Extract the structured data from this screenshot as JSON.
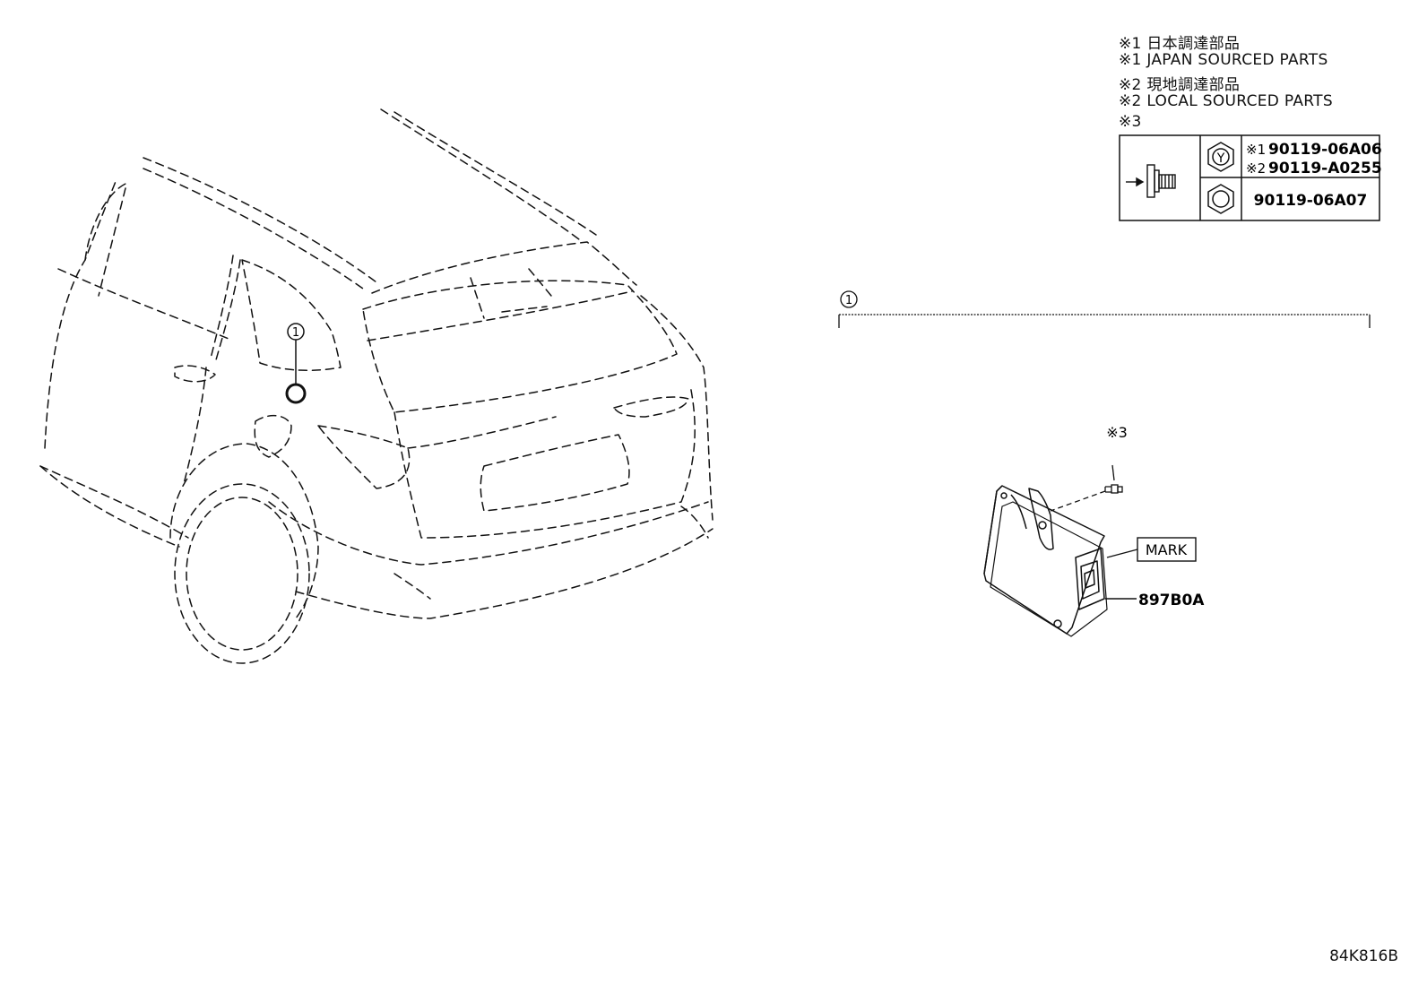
{
  "notes": [
    "※1 日本調達部品",
    "※1 JAPAN SOURCED PARTS",
    "※2 現地調達部品",
    "※2 LOCAL SOURCED PARTS",
    "※3"
  ],
  "fastener_table": {
    "row1": {
      "badge": "Y",
      "part1_ref": "※1",
      "part1_number": "90119-06A06",
      "part2_ref": "※2",
      "part2_number": "90119-A0255"
    },
    "row2": {
      "part_number": "90119-06A07"
    }
  },
  "callouts": {
    "vehicle_ref": "1",
    "assembly_ref": "1",
    "bolt_ref": "※3",
    "mark_label": "MARK",
    "part_number": "897B0A"
  },
  "drawing_number": "84K816B"
}
